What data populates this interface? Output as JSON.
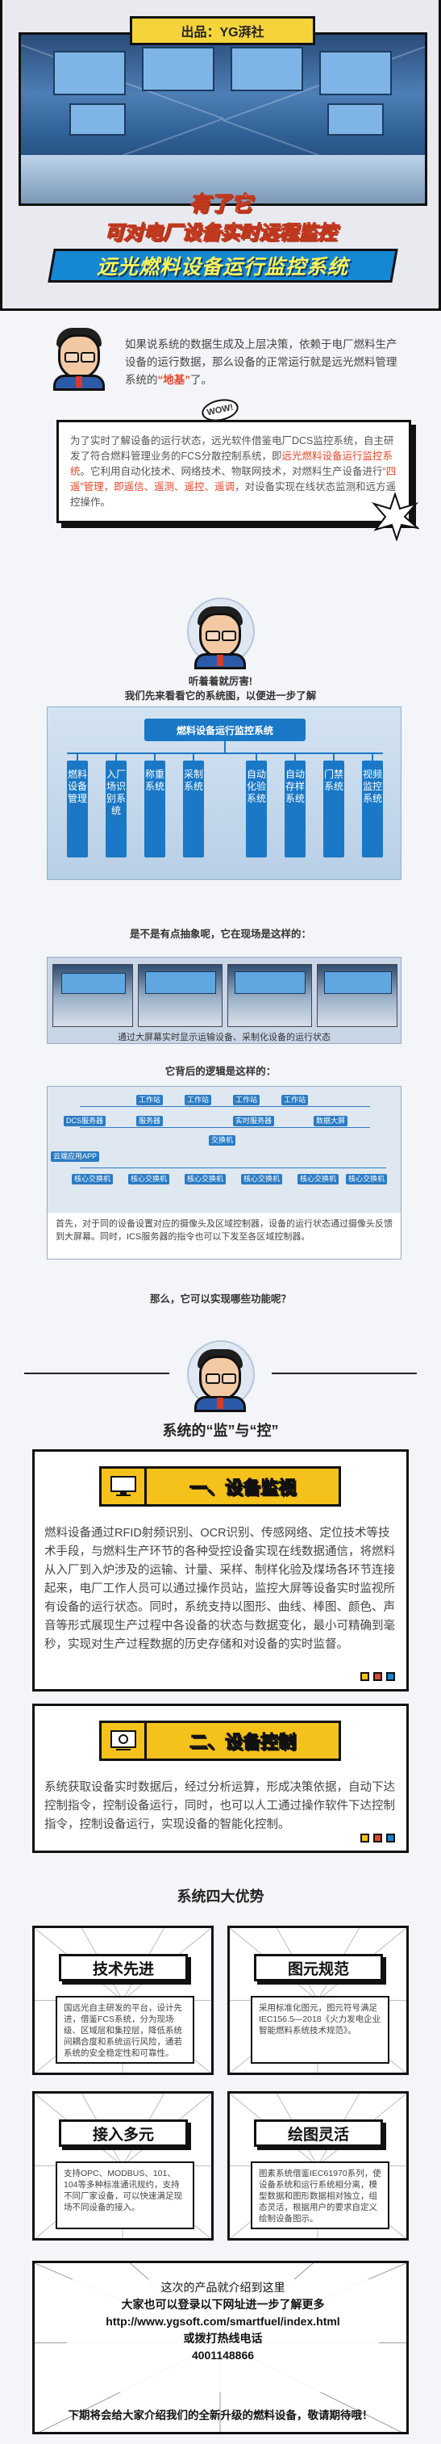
{
  "hero": {
    "tag": "出品：YG湃社",
    "line1": "有了它",
    "line2": "可对电厂设备实时远程监控",
    "banner": "远光燃料设备运行监控系统"
  },
  "intro": {
    "text_before": "如果说系统的数据生成及上层决策，依赖于电厂燃料生产设备的运行数据，那么设备的正常运行就是远光燃料管理系统的",
    "highlight": "“地基”",
    "text_after": "了。"
  },
  "wow": "WOW!",
  "comic": {
    "part1": "为了实时了解设备的运行状态，远光软件借鉴电厂DCS监控系统，自主研发了符合燃料管理业务的FCS分散控制系统，即",
    "highlight1": "远光燃料设备运行监控系统",
    "part2": "。它利用自动化技术、网络技术、物联网技术，对燃料生产设备进行",
    "highlight2": "“四遥”管理，即遥信、遥测、遥控、遥调",
    "part3": "，对设备实现在线状态监测和远方遥控操作。"
  },
  "captions": {
    "listen": "听着着就厉害!",
    "first_look": "我们先来看看它的系统图，以便进一步了解",
    "abstract": "是不是有点抽象呢，它在现场是这样的：",
    "logic": "它背后的逻辑是这样的：",
    "how": "那么，它可以实现哪些功能呢？"
  },
  "system": {
    "title": "燃料设备运行监控系统",
    "items": [
      "燃料设备管理",
      "入厂场识别系统",
      "称重系统",
      "采制系统",
      "自动化验系统",
      "自动存样系统",
      "门禁系统",
      "视频监控系统"
    ]
  },
  "photos": {
    "caption": "通过大屏幕实时显示运输设备、采制化设备的运行状态"
  },
  "topology": {
    "nodes": [
      "工作站",
      "工作站",
      "工作站",
      "工作站",
      "DCS服务器",
      "服务器",
      "实时服务器",
      "数据大屏",
      "交换机",
      "云端应用APP",
      "核心交换机",
      "核心交换机",
      "核心交换机",
      "核心交换机",
      "核心交换机",
      "核心交换机"
    ],
    "desc": "首先，对于同的设备设置对应的摄像头及区域控制器，设备的运行状态通过摄像头反馈到大屏幕。同时，ICS服务器的指令也可以下发至各区域控制器。"
  },
  "section_heading": "系统的“监”与“控”",
  "monitor": {
    "title": "一、设备监视",
    "text": "燃料设备通过RFID射频识别、OCR识别、传感网络、定位技术等技术手段，与燃料生产环节的各种受控设备实现在线数据通信，将燃料从入厂到入炉涉及的运输、计量、采样、制样化验及煤场各环节连接起来，电厂工作人员可以通过操作员站，监控大屏等设备实时监视所有设备的运行状态。同时，系统支持以图形、曲线、棒图、颜色、声音等形式展现生产过程中各设备的状态与数据变化，最小可精确到毫秒，实现对生产过程数据的历史存储和对设备的实时监督。"
  },
  "control": {
    "title": "二、设备控制",
    "text": "系统获取设备实时数据后，经过分析运算，形成决策依据，自动下达控制指令，控制设备运行，同时，也可以人工通过操作软件下达控制指令，控制设备运行，实现设备的智能化控制。"
  },
  "advantages_heading": "系统四大优势",
  "advantages": [
    {
      "title": "技术先进",
      "text": "国远光自主研发的平台，设计先进，借鉴FCS系统，分为现场级、区域层和集控层，降低系统间耦合度和系统运行风险，通若系统的安全稳定性和可靠性。"
    },
    {
      "title": "图元规范",
      "text": "采用标准化图元，图元符号满足IEC156.5—2018《火力发电企业智能燃料系统技术规范》。"
    },
    {
      "title": "接入多元",
      "text": "支持OPC、MODBUS、101、104等多种标准通讯规约，支持不同厂家设备，可以快速满足现场不同设备的接入。"
    },
    {
      "title": "绘图灵活",
      "text": "图素系统借鉴IEC61970系列，使设备系统和运行系统相分离，模型数据和图形数据相对独立，组态灵活，根据用户的要求自定义绘制设备图示。"
    }
  ],
  "footer": {
    "line1": "这次的产品就介绍到这里",
    "line2": "大家也可以登录以下网址进一步了解更多",
    "url": "http://www.ygsoft.com/smartfuel/index.html",
    "line3": "或拨打热线电话",
    "phone": "4001148866",
    "bottom": "下期将会给大家介绍我们的全新升级的燃料设备，敬请期待哦！"
  },
  "colors": {
    "accent_blue": "#1687d2",
    "accent_yellow": "#f5c21b",
    "highlight_red": "#e2472b"
  }
}
